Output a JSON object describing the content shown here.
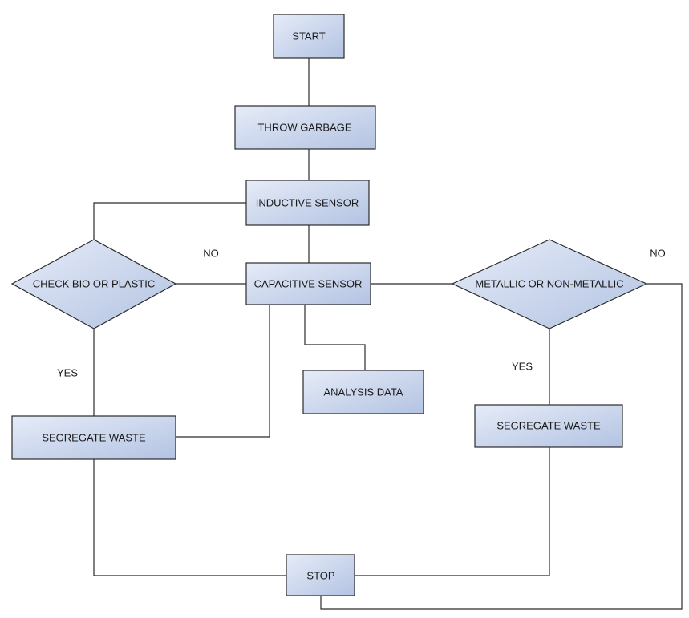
{
  "diagram": {
    "nodes": {
      "start": "START",
      "throw_garbage": "THROW GARBAGE",
      "inductive_sensor": "INDUCTIVE SENSOR",
      "check_bio_or_plastic": "CHECK BIO OR PLASTIC",
      "capacitive_sensor": "CAPACITIVE SENSOR",
      "metallic_or_non_metallic": "METALLIC OR NON-METALLIC",
      "analysis_data": "ANALYSIS DATA",
      "segregate_waste_left": "SEGREGATE WASTE",
      "segregate_waste_right": "SEGREGATE WASTE",
      "stop": "STOP"
    },
    "edge_labels": {
      "no_left": "NO",
      "no_right": "NO",
      "yes_left": "YES",
      "yes_right": "YES"
    },
    "colors": {
      "node_fill_top": "#e6ecf8",
      "node_fill_bottom": "#b3c3e2",
      "stroke": "#2b2b2b",
      "background": "#ffffff"
    }
  }
}
